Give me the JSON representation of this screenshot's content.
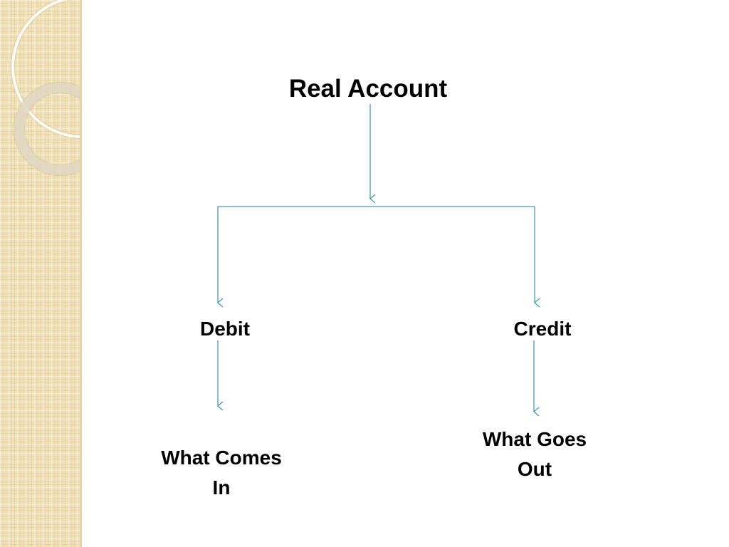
{
  "slide": {
    "theme_colors": {
      "connector": "#4a98ac",
      "side_panel": "#f2e2b9",
      "text": "#000000"
    }
  },
  "diagram": {
    "root": "Real Account",
    "branches": [
      {
        "label": "Debit",
        "result_line1": "What Comes",
        "result_line2": "In"
      },
      {
        "label": "Credit",
        "result_line1": "What Goes",
        "result_line2": "Out"
      }
    ]
  }
}
